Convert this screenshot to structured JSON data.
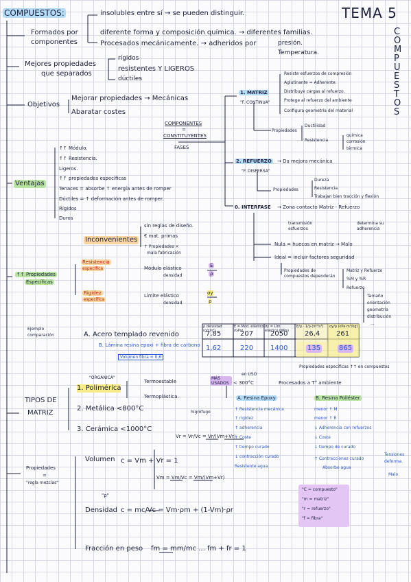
{
  "header": {
    "title": "COMPUESTOS:",
    "tema": "TEMA 5",
    "vertical": "COMPUESTOS"
  },
  "intro": {
    "l1": "insolubles entre sí → se pueden distinguir.",
    "formados_por": "Formados por",
    "componentes": "componentes",
    "l2": "diferente forma y composición química. → diferentes familias.",
    "l3": "Procesados mecánicamente. → adheridos por",
    "presion": "presión.",
    "temperatura": "Temperatura.",
    "mejores": "Mejores propiedades",
    "que_separados": "que separados",
    "rigidos": "rígidos",
    "resistentes": "resistentes  Y  LIGEROS",
    "ductiles": "dúctiles"
  },
  "objetivos": {
    "label": "Objetivos",
    "o1": "Mejorar propiedades → Mecánicas",
    "o2": "Abaratar costes"
  },
  "componentes": {
    "title": "COMPONENTES",
    "eq": "=",
    "constituyentes": "CONSTITUYENTES",
    "fases": "FASES",
    "matriz": "1. MATRIZ",
    "matriz_f": "\"F. CONTINUA\"",
    "matriz_items": [
      "Resiste esfuerzos de compresión",
      "Aglutinante = Adherente.",
      "Distribuye cargas al refuerzo.",
      "Protege al refuerzo del ambiente",
      "Configura geometría del material"
    ],
    "propiedades": "Propiedades",
    "ductilidad": "Ductilidad",
    "resistencia": "Resistencia",
    "res_items": [
      "química",
      "corrosión",
      "térmica"
    ],
    "refuerzo": "2. REFUERZO",
    "refuerzo_desc": "→ Da mejora mecánica",
    "refuerzo_f": "\"F. DISPERSA\"",
    "ref_items": [
      "Dureza",
      "Resistencia",
      "Trabajan bien tracción y flexión"
    ],
    "interfase": "0. INTERFASE",
    "interfase_desc": "→ Zona contacto Matriz - Refuerzo",
    "transmision": "transmisión",
    "esfuerzos": "esfuerzos",
    "determina": "determina su",
    "adherencia": "adherencia",
    "nula": "Nula = huecos en matriz → Malo",
    "ideal": "Ideal = incluir factores seguridad",
    "prop_comp": "Propiedades de",
    "comp_dep": "compuestos dependerán",
    "dep_items": [
      "Matriz y Refuerzo",
      "%M y %R",
      "Refuerzo"
    ],
    "refuerzo_items": [
      "Tamaño",
      "orientación",
      "geometría",
      "distribución",
      "..."
    ]
  },
  "ventajas": {
    "label": "Ventajas",
    "items": [
      "↑↑ Módulo.",
      "↑↑ Resistencia.",
      "Ligeros.",
      "↑↑ propiedades específicas",
      "Tenaces = absorbe ↑ energía antes de romper",
      "Dúctiles = ↑ deformación antes de romper.",
      "Rígidos",
      "Duros"
    ]
  },
  "inconvenientes": {
    "label": "Inconvenientes",
    "items": [
      "sin reglas de diseño.",
      "€ mat. primas",
      "↑ Propiedades ×",
      "mala fabricación"
    ]
  },
  "propiedades_especificas": {
    "label1": "↑↑ Propiedades",
    "label2": "Específicas",
    "resistencia1": "Resistencia",
    "resistencia2": "específica",
    "modulo": "Módulo elástico",
    "densidad": "densidad",
    "frac1": "E",
    "frac1d": "ρ",
    "rigidez1": "Rigidez",
    "rigidez2": "específica",
    "limite": "Límite elástico",
    "frac2": "σy",
    "frac2d": "ρ"
  },
  "tabla": {
    "ejemplo": "Ejemplo",
    "comparacion": "comparación",
    "headers": [
      "ρ densidad (g/cm³)",
      "E = Mod. elástico (GPa)",
      "σy = Lím. elástico (MPa)",
      "E/ρ · 1/ρ·(m²/s²)",
      "σy/ρ (kPa·m³/kg)"
    ],
    "rows": [
      {
        "name": "A. Acero templado revenido",
        "values": [
          "7,85",
          "207",
          "2050",
          "26,4",
          "261"
        ]
      },
      {
        "name": "B. Lámina resina epoxi + fibra de carbono",
        "sub": "Volumen fibra = 0,6",
        "values": [
          "1,62",
          "220",
          "1400",
          "135",
          "865"
        ]
      }
    ],
    "foot": "Propiedades específicas ↑↑ en compuestos"
  },
  "matriz": {
    "label1": "TIPOS DE",
    "label2": "MATRIZ",
    "organica": "\"ORGÁNICA\"",
    "polimerica": "1. Polimérica",
    "termoestable": "Termoestable",
    "mas_usados": "MÁS USADOS",
    "en_uso": "en USO",
    "lt300": "< 300°C",
    "procesados": "Procesados a T° ambiente",
    "termoplastica": "Termoplástica.",
    "higrofugo": "hígrófugo",
    "metalica": "2. Metálica <800°C",
    "ceramica": "3. Cerámica <1000°C",
    "epoxy": "A. Resina Epoxy",
    "epoxy_items": [
      "↑ Resistencia mecánica",
      "↑ rigidez",
      "↑ adherencia",
      "↑ Coste",
      "↑ tiempo curado",
      "↓ contracción curado",
      "Resistente agua."
    ],
    "poliester": "B. Resina Poliéster",
    "poliester_items": [
      "menor ↑ M",
      "menor ↑ R",
      "↓ Adherencia con refuerzos",
      "↓ Coste",
      "↓ tiempo de curado",
      "↑ Contracciones curado",
      "Absorbe agua"
    ],
    "tensiones": "Tensiones",
    "deforma": "deforma.",
    "malo": "Malo"
  },
  "regla": {
    "label1": "Propiedades",
    "label2": "=",
    "label3": "\"regla mezclas\"",
    "vr": "Vr = Vr/Vc = Vr/(Vm+Vr)",
    "volumen": "Volumen",
    "vol_eq": "c = Vm + Vr = 1",
    "vm": "Vm = Vm/Vc = Vm/(Vm+Vr)",
    "rho_note": "\"ρ\"",
    "densidad": "Densidad",
    "dens_eq": "c = mc/Vc = Vm·ρm + (1-Vm)·ρr",
    "fraccion": "Fracción en peso",
    "frac_eq": "fm = mm/mc  ...  fm + fr = 1"
  },
  "legend": {
    "items": [
      "\"C = compuesto\"",
      "\"m = matriz\"",
      "\"r = refuerzo\"",
      "\"f = fibra\""
    ]
  }
}
